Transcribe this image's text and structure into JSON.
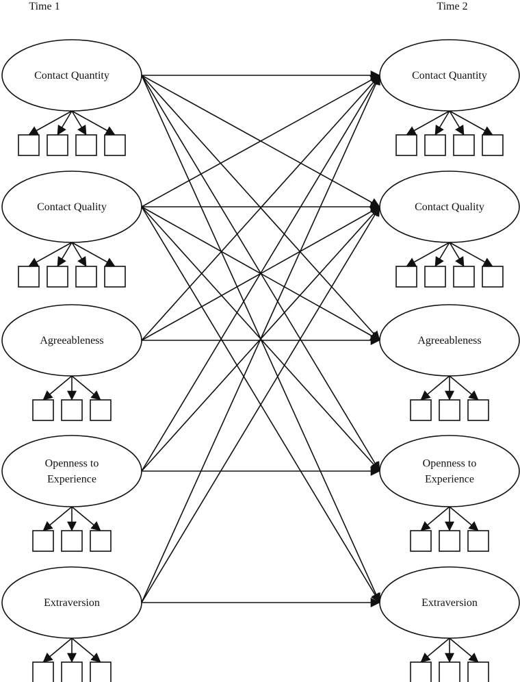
{
  "diagram": {
    "type": "cross-lagged panel structural equation model",
    "time_labels": [
      "Time 1",
      "Time 2"
    ],
    "constructs": [
      {
        "id": "cquant",
        "label_lines": [
          "Contact Quantity"
        ],
        "indicators": 4
      },
      {
        "id": "cqual",
        "label_lines": [
          "Contact Quality"
        ],
        "indicators": 4
      },
      {
        "id": "agree",
        "label_lines": [
          "Agreeableness"
        ],
        "indicators": 3
      },
      {
        "id": "open",
        "label_lines": [
          "Openness to",
          "Experience"
        ],
        "indicators": 3
      },
      {
        "id": "extra",
        "label_lines": [
          "Extraversion"
        ],
        "indicators": 3
      }
    ],
    "paths": [
      {
        "from": "cquant",
        "to": "cquant"
      },
      {
        "from": "cquant",
        "to": "cqual"
      },
      {
        "from": "cquant",
        "to": "agree"
      },
      {
        "from": "cquant",
        "to": "open"
      },
      {
        "from": "cquant",
        "to": "extra"
      },
      {
        "from": "cqual",
        "to": "cquant"
      },
      {
        "from": "cqual",
        "to": "cqual"
      },
      {
        "from": "cqual",
        "to": "agree"
      },
      {
        "from": "cqual",
        "to": "open"
      },
      {
        "from": "cqual",
        "to": "extra"
      },
      {
        "from": "agree",
        "to": "cquant"
      },
      {
        "from": "agree",
        "to": "cqual"
      },
      {
        "from": "agree",
        "to": "agree"
      },
      {
        "from": "open",
        "to": "cquant"
      },
      {
        "from": "open",
        "to": "cqual"
      },
      {
        "from": "open",
        "to": "open"
      },
      {
        "from": "extra",
        "to": "cquant"
      },
      {
        "from": "extra",
        "to": "cqual"
      },
      {
        "from": "extra",
        "to": "extra"
      }
    ],
    "colors": {
      "stroke": "#111111",
      "background": "#ffffff"
    }
  }
}
